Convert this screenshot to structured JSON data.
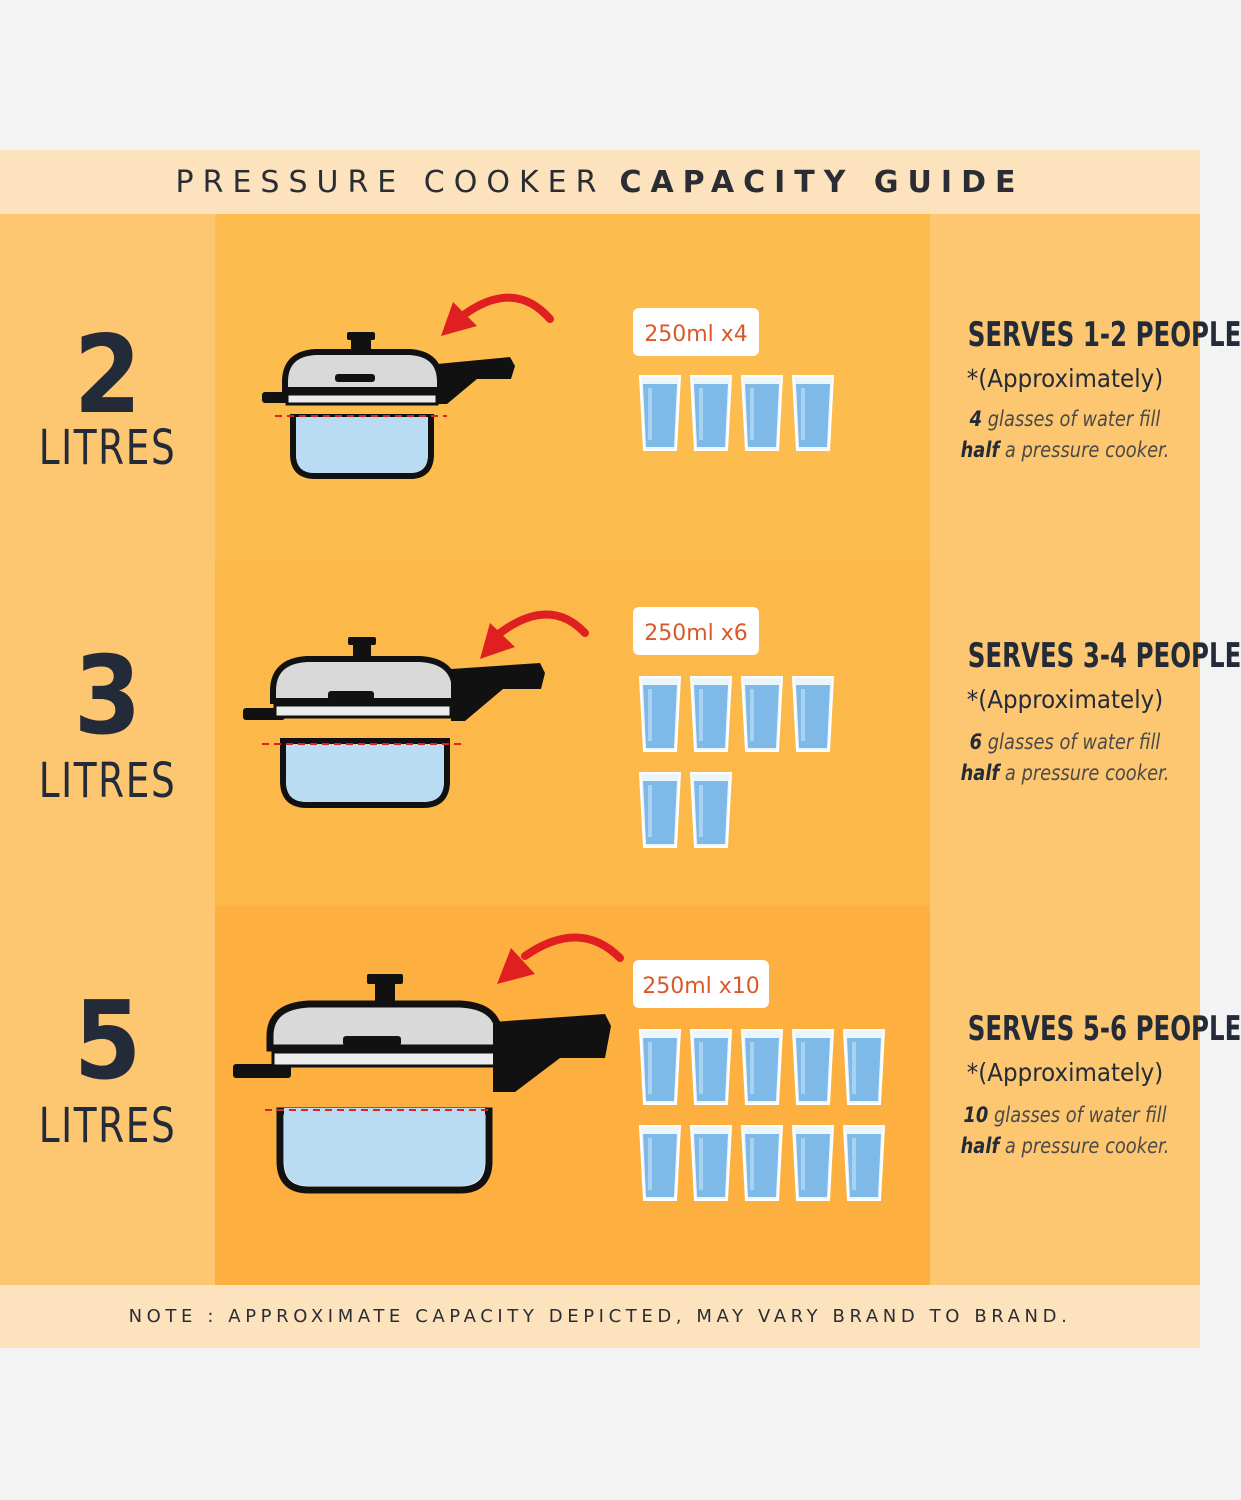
{
  "header": {
    "title_light": "PRESSURE COOKER",
    "title_bold": "CAPACITY GUIDE"
  },
  "rows": [
    {
      "number": "2",
      "unit": "LITRES",
      "badge": "250ml x4",
      "glasses": 4,
      "serves": "SERVES 1-2 PEOPLE",
      "approx": "*(Approximately)",
      "desc_count": "4",
      "desc_line1_rest": "glasses of water fill",
      "desc_half": "half",
      "desc_line2_rest": "a pressure cooker."
    },
    {
      "number": "3",
      "unit": "LITRES",
      "badge": "250ml x6",
      "glasses": 6,
      "serves": "SERVES 3-4 PEOPLE",
      "approx": "*(Approximately)",
      "desc_count": "6",
      "desc_line1_rest": "glasses of water fill",
      "desc_half": "half",
      "desc_line2_rest": "a pressure cooker."
    },
    {
      "number": "5",
      "unit": "LITRES",
      "badge": "250ml x10",
      "glasses": 10,
      "serves": "SERVES 5-6 PEOPLE",
      "approx": "*(Approximately)",
      "desc_count": "10",
      "desc_line1_rest": "glasses of water fill",
      "desc_half": "half",
      "desc_line2_rest": "a pressure cooker."
    }
  ],
  "footer": {
    "note": "NOTE : APPROXIMATE CAPACITY DEPICTED, MAY VARY BRAND TO BRAND."
  },
  "colors": {
    "band": "#fde3bd",
    "side_panel": "#fdc670",
    "row1_mid": "#fdbd4e",
    "row2_mid": "#fdb84a",
    "row3_mid": "#fdb040",
    "text_dark": "#242b38",
    "arrow_red": "#e02020",
    "water": "#b9dcf2",
    "glass_water": "#7eb9e8",
    "badge_text": "#d9592a"
  },
  "icons": {
    "cooker": "pressure-cooker-icon",
    "arrow": "curved-arrow-icon",
    "glass": "water-glass-icon"
  }
}
